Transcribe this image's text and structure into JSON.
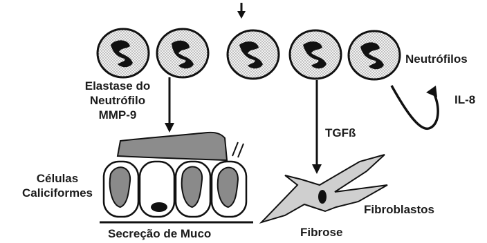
{
  "labels": {
    "neutrophils": "Neutrófilos",
    "elastase": [
      "Elastase do",
      "Neutrófilo",
      "MMP-9"
    ],
    "il8": "IL-8",
    "tgfb": "TGFß",
    "goblet_cells": [
      "Células",
      "Caliciformes"
    ],
    "fibroblasts": "Fibroblastos",
    "fibrosis": "Fibrose",
    "mucus_secretion": "Secreção de Muco"
  },
  "colors": {
    "ink": "#111111",
    "cell_fill": "#d9d9d9",
    "goblet_fill": "#8a8a8a",
    "mucus_fill": "#8c8c8c",
    "fibroblast_fill": "#cfcfcf"
  }
}
